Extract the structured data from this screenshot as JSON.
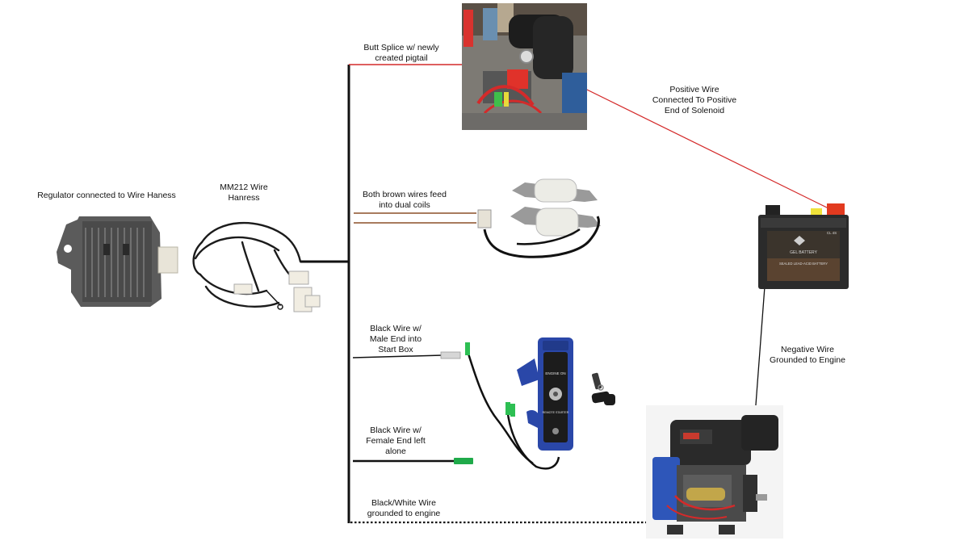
{
  "labels": {
    "regulator": "Regulator connected to Wire Haness",
    "harness": [
      "MM212 Wire",
      "Hanress"
    ],
    "butt_splice": [
      "Butt Splice w/ newly",
      "created pigtail"
    ],
    "positive_wire": [
      "Positive Wire",
      "Connected To Positive",
      "End of Solenoid"
    ],
    "brown_wires": [
      "Both brown wires feed",
      "into dual coils"
    ],
    "black_male": [
      "Black Wire w/",
      "Male End into",
      "Start Box"
    ],
    "negative_wire": [
      "Negative Wire",
      "Grounded to Engine"
    ],
    "black_female": [
      "Black Wire w/",
      "Female End left",
      "alone"
    ],
    "black_white": [
      "Black/White Wire",
      "grounded to engine"
    ]
  },
  "components": {
    "regulator": "regulator",
    "harness": "wire-harness",
    "solenoid_photo": "solenoid-photo",
    "coils": "ignition-coils",
    "battery": "battery",
    "start_box": "start-box",
    "keys": "keys",
    "engine": "engine"
  },
  "battery_text": {
    "model": "GEL BATTERY",
    "label": "SEALED LEAD-ACID BATTERY",
    "code": "CL 4S"
  },
  "start_box_text": {
    "top": "ENGINE ON",
    "middle": "REMOTE STARTER"
  },
  "colors": {
    "wire_black": "#111111",
    "wire_red": "#d42a2a",
    "wire_brown": "#a87b5e",
    "wire_green": "#19a04a",
    "battery_body": "#2b2b2b",
    "battery_terminal_pos": "#e23a1f",
    "start_box_blue": "#2a47a8",
    "engine_blue": "#2e56b9"
  }
}
